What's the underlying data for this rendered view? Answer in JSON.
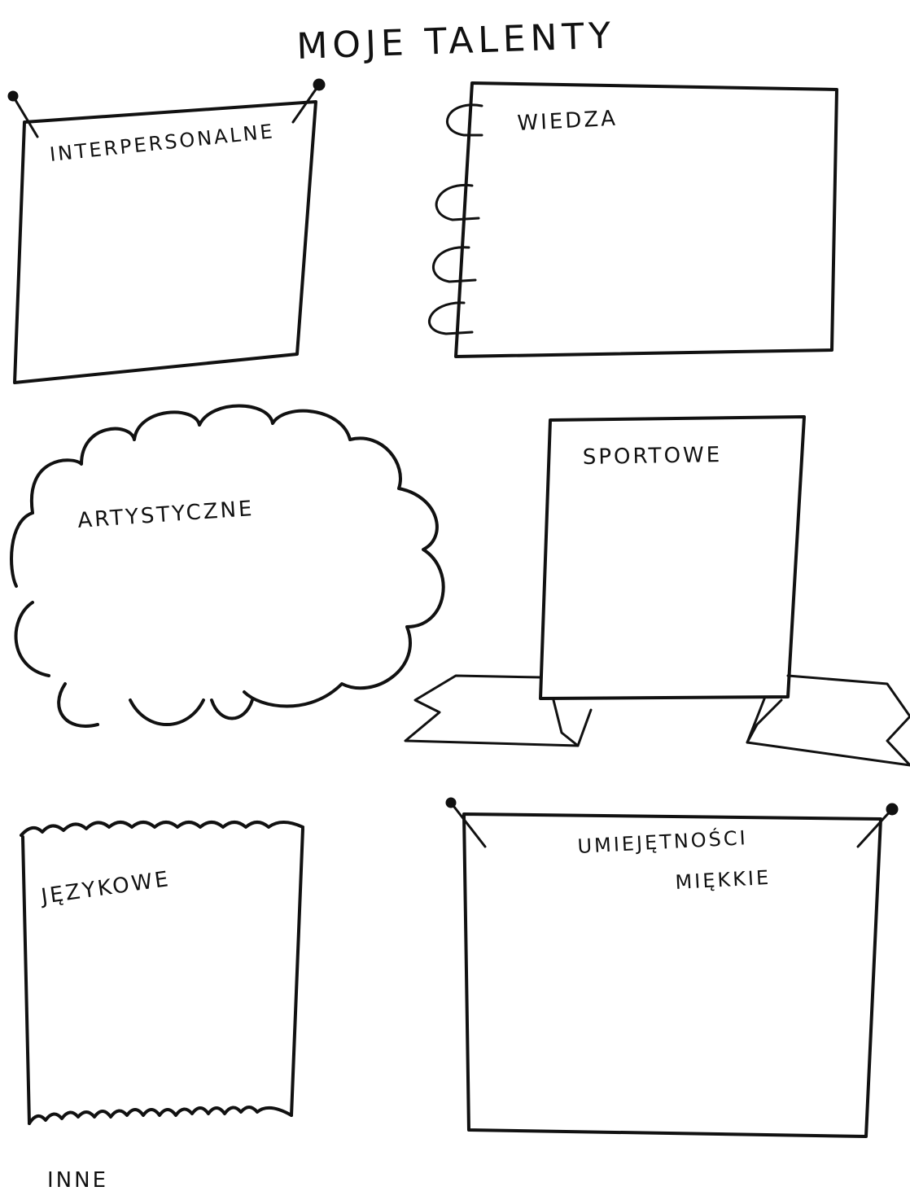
{
  "title": "MOJE TALENTY",
  "sections": {
    "interpersonal": "INTERPERSONALNE",
    "knowledge": "WIEDZA",
    "artistic": "ARTYSTYCZNE",
    "sport": "SPORTOWE",
    "languages": "JĘZYKOWE",
    "soft_skills_line1": "UMIEJĘTNOŚCI",
    "soft_skills_line2": "MIĘKKIE",
    "other": "INNE"
  },
  "colors": {
    "ink": "#111111",
    "paper": "#ffffff"
  }
}
